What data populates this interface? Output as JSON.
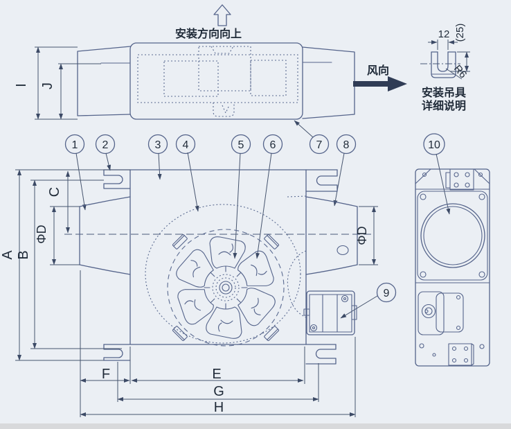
{
  "top_view": {
    "install_direction_label": "安装方向向上",
    "dim_i": "I",
    "dim_j": "J"
  },
  "wind_direction": {
    "label": "风向"
  },
  "hanger_detail": {
    "slot_width": "12",
    "depth": "(25)",
    "radius": "R6",
    "caption_line1": "安装吊具",
    "caption_line2": "详细说明"
  },
  "callouts": {
    "c1": "1",
    "c2": "2",
    "c3": "3",
    "c4": "4",
    "c5": "5",
    "c6": "6",
    "c7": "7",
    "c8": "8",
    "c9": "9",
    "c10": "10"
  },
  "main_view_dims": {
    "a": "A",
    "b": "B",
    "c": "C",
    "phi_d_left": "ΦD",
    "phi_d_right": "ΦD"
  },
  "bottom_dims": {
    "e": "E",
    "f": "F",
    "g": "G",
    "h": "H"
  },
  "colors": {
    "line": "#54638a",
    "text": "#1f2a38",
    "background": "#ebeff4"
  }
}
